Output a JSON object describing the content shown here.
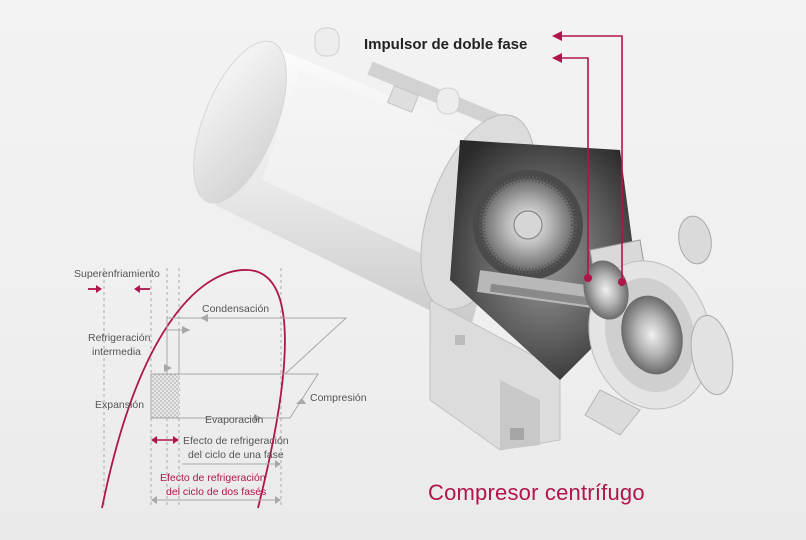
{
  "callout": {
    "text": "Impulsor de doble fase"
  },
  "title": {
    "text": "Compresor centrífugo"
  },
  "diagram": {
    "labels": {
      "subcooling": "Superenfriamiento",
      "condensation": "Condensación",
      "intercooling_1": "Refrigeración",
      "intercooling_2": "intermedia",
      "expansion": "Expansión",
      "compression": "Compresión",
      "evaporation": "Evaporación",
      "single_1": "Efecto de refrigeración",
      "single_2": "del ciclo de una fase",
      "double_1": "Efecto de refrigeración",
      "double_2": "del ciclo de dos fasés"
    }
  },
  "colors": {
    "accent": "#b0154e",
    "line_gray": "#a8a8a8",
    "text_gray": "#555555"
  }
}
